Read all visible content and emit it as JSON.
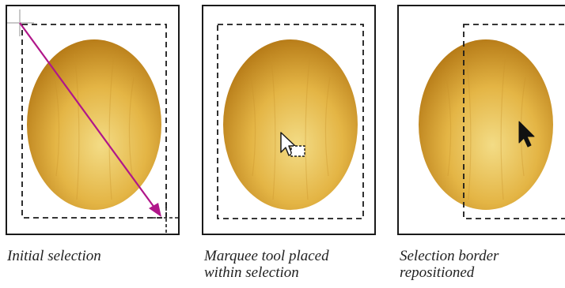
{
  "figure": {
    "panels": [
      {
        "caption_lines": [
          "Initial selection"
        ]
      },
      {
        "caption_lines": [
          "Marquee tool placed",
          "within selection"
        ]
      },
      {
        "caption_lines": [
          "Selection border",
          "repositioned"
        ]
      }
    ],
    "colors": {
      "frame": "#1a1a1a",
      "marquee": "#1a1a1a",
      "drag_arrow": "#b0168a",
      "melon_light": "#f3dc86",
      "melon_mid": "#e4b545",
      "melon_dark": "#b87d19"
    },
    "icons": [
      "crosshair-icon",
      "drag-arrow-icon",
      "marquee-tool-pointer-icon",
      "move-pointer-icon"
    ]
  }
}
